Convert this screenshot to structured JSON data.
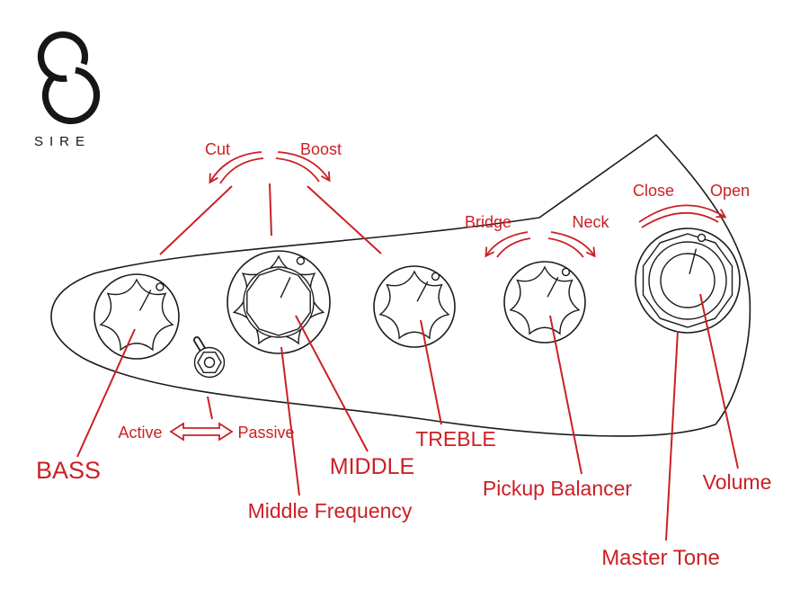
{
  "brand": {
    "name": "SIRE"
  },
  "diagram": {
    "rotary_annotations": {
      "cut": "Cut",
      "boost": "Boost",
      "bridge": "Bridge",
      "neck": "Neck",
      "close": "Close",
      "open": "Open"
    },
    "switch_annotation": {
      "left": "Active",
      "right": "Passive"
    },
    "control_labels": {
      "bass": "BASS",
      "middle": "MIDDLE",
      "middle_frequency": "Middle Frequency",
      "treble": "TREBLE",
      "pickup_balancer": "Pickup Balancer",
      "volume": "Volume",
      "master_tone": "Master Tone"
    }
  },
  "colors": {
    "annotation": "#cb2026",
    "line_art": "#1b1b1b",
    "background": "#ffffff"
  }
}
